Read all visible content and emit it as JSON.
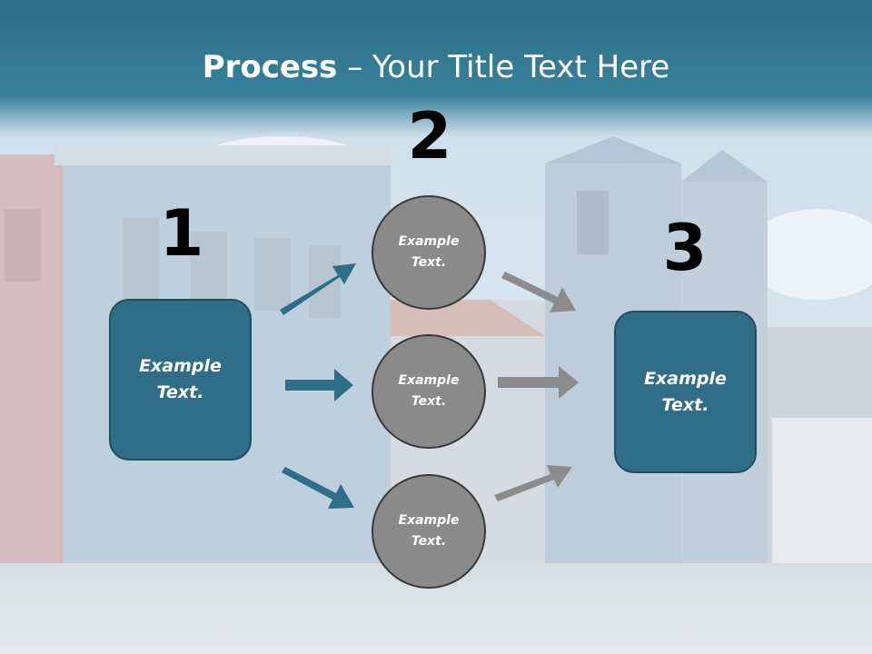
{
  "title": {
    "bold": "Process",
    "rest": " – Your Title Text Here"
  },
  "steps": {
    "one": {
      "number": "1",
      "label": "Example Text."
    },
    "two": {
      "number": "2"
    },
    "three": {
      "number": "3",
      "label": "Example Text."
    }
  },
  "circles": [
    {
      "label": "Example Text."
    },
    {
      "label": "Example Text."
    },
    {
      "label": "Example Text."
    }
  ],
  "colors": {
    "accent": "#2f6e86",
    "circle": "#8a8a8a",
    "arrow_blue": "#2f6e86",
    "arrow_gray": "#8c8c8c"
  }
}
